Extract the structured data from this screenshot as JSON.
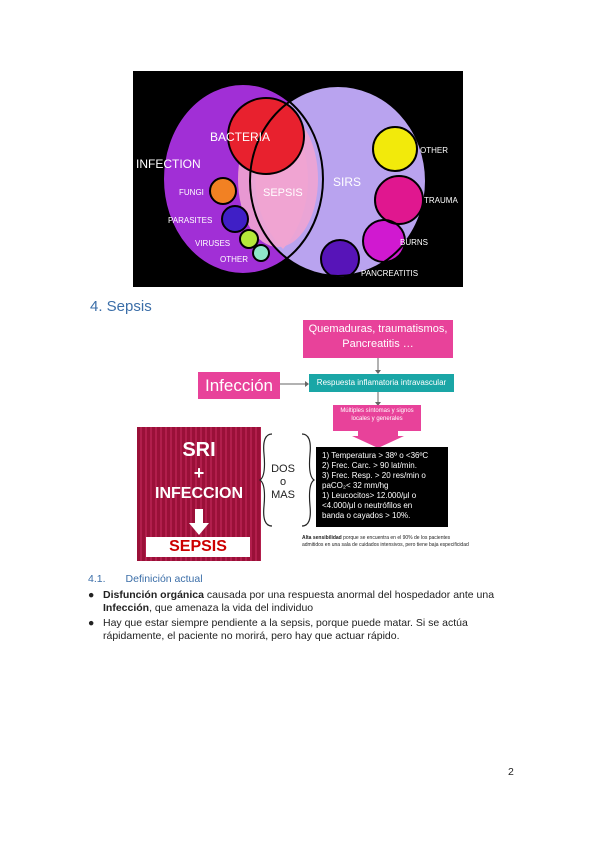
{
  "venn": {
    "infection": "INFECTION",
    "bacteria": "BACTERIA",
    "sepsis": "SEPSIS",
    "sirs": "SIRS",
    "fungi": "FUNGI",
    "parasites": "PARASITES",
    "viruses": "VIRUSES",
    "other_left": "OTHER",
    "other_right": "OTHER",
    "trauma": "TRAUMA",
    "burns": "BURNS",
    "pancreatitis": "PANCREATITIS"
  },
  "section_title": "4. Sepsis",
  "diagram": {
    "burns_box": "Quemaduras, traumatismos, Pancreatitis …",
    "infection_box": "Infección",
    "response_box": "Respuesta inflamatoria intravascular",
    "signs_box": "Múltiples síntomas y signos locales y generales",
    "sri_line1": "SRI",
    "sri_plus": "+",
    "sri_line3": "INFECCION",
    "sepsis_label": "SEPSIS",
    "dos": "DOS",
    "o": "o",
    "mas": "MAS",
    "criteria": [
      "1)  Temperatura > 38º o <36ºC",
      "2)  Frec. Carc. > 90 lat/min.",
      "3)  Frec. Resp. > 20 res/min o",
      "      paCO₂< 32 mm/hg",
      "1)  Leucocitos> 12.000/μl o",
      "      <4.000/μl o neutrófilos en",
      "      banda o cayados > 10%."
    ],
    "alta_bold": "Alta sensibilidad",
    "alta_rest": " porque se encuentra en el 90% de los pacientes admitidos en una sala de cuidados intensivos, pero tiene baja especificidad"
  },
  "subsection": {
    "number": "4.1.",
    "title": "Definición actual"
  },
  "bullets": [
    {
      "bold": "Disfunción orgánica",
      "rest": " causada por una respuesta anormal del hospedador ante una ",
      "bold2": "Infección",
      "rest2": ", que amenaza la vida del individuo"
    },
    {
      "text": "Hay que estar siempre pendiente a la sepsis, porque puede matar. Si se actúa rápidamente, el paciente no morirá, pero hay que actuar rápido."
    }
  ],
  "page_number": "2"
}
